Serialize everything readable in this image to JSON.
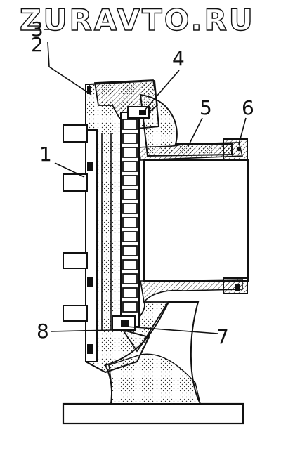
{
  "watermark": "ZURAVTO.RU",
  "callouts": [
    "1",
    "2",
    "3",
    "4",
    "5",
    "6",
    "7",
    "8"
  ],
  "colors": {
    "ink": "#111111",
    "hatch": "#222222",
    "paper": "#ffffff"
  }
}
